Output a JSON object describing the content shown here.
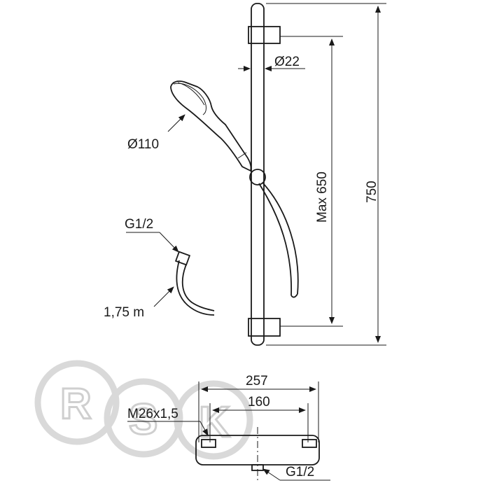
{
  "dimensions": {
    "bar_diameter": "Ø22",
    "slider_range": "Max 650",
    "total_length": "750",
    "handshower_diameter": "Ø110",
    "hose_connection": "G1/2",
    "hose_length": "1,75 m",
    "thermostat_width": "257",
    "thermostat_centers": "160",
    "thermostat_thread": "M26x1,5",
    "thermostat_outlet": "G1/2"
  },
  "watermark": {
    "letters": [
      "R",
      "S",
      "K"
    ]
  }
}
